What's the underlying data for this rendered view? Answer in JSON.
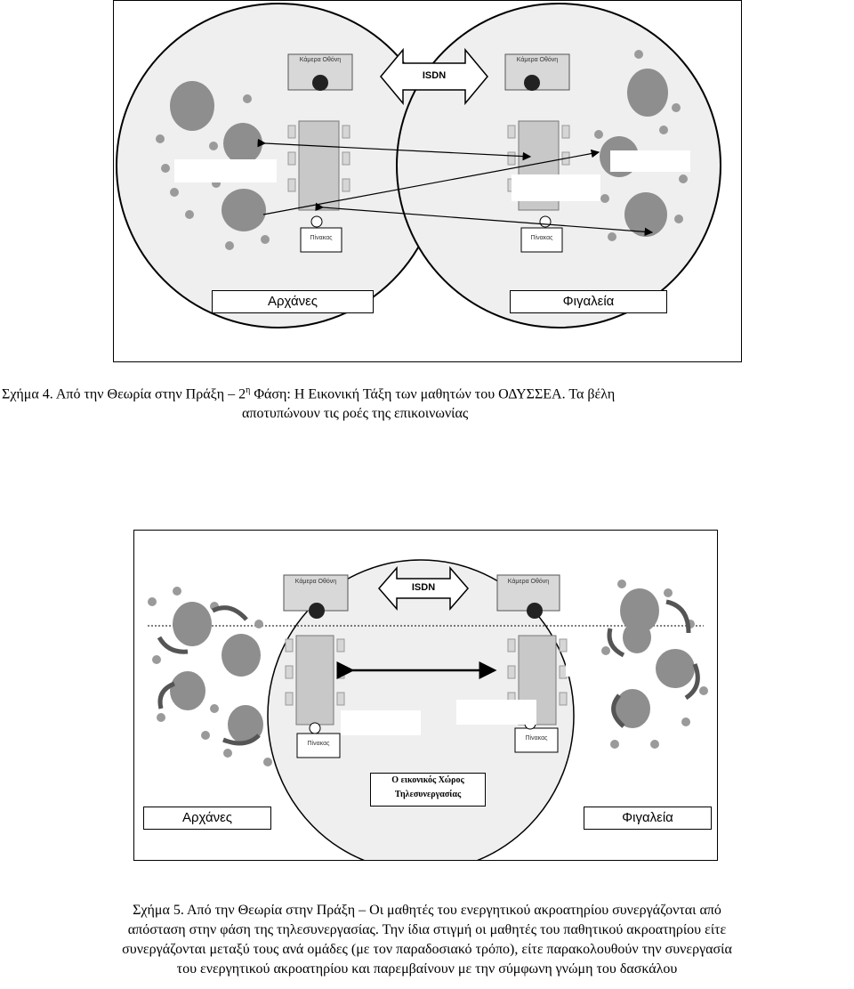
{
  "figure4": {
    "camera_label": "Κάμερα Οθόνη",
    "board_label": "Πίνακας",
    "link_label": "ISDN",
    "left_site": "Αρχάνες",
    "right_site": "Φιγαλεία"
  },
  "figure5": {
    "camera_label": "Κάμερα Οθόνη",
    "board_label": "Πίνακας",
    "link_label": "ISDN",
    "left_site": "Αρχάνες",
    "right_site": "Φιγαλεία",
    "virtual_space": [
      "Ο εικονικός Χώρος",
      "Τηλεσυνεργασίας"
    ]
  },
  "caption4": {
    "prefix": "Σχήμα 4. Από την Θεωρία στην Πράξη – 2",
    "superscript": "η",
    "suffix": " Φάση: Η Εικονική Τάξη  των μαθητών του ΟΔΥΣΣΕΑ. Τα βέλη",
    "line2": "αποτυπώνουν τις ροές της επικοινωνίας"
  },
  "caption5": {
    "lines": [
      "Σχήμα 5. Από την Θεωρία στην Πράξη – Οι μαθητές του ενεργητικού ακροατηρίου συνεργάζονται από",
      "απόσταση στην φάση της τηλεσυνεργασίας. Την ίδια στιγμή οι μαθητές του παθητικού ακροατηρίου είτε",
      "συνεργάζονται μεταξύ τους ανά ομάδες (με τον παραδοσιακό τρόπο), είτε παρακολουθούν  την συνεργασία",
      "του ενεργητικού ακροατηρίου και παρεμβαίνουν με την σύμφωνη γνώμη του δασκάλου"
    ]
  },
  "colors": {
    "circle_fill": "#efefef",
    "table_fill": "#c8c8c8",
    "blob_fill": "#8e8e8e",
    "dot_fill": "#9a9a9a"
  }
}
